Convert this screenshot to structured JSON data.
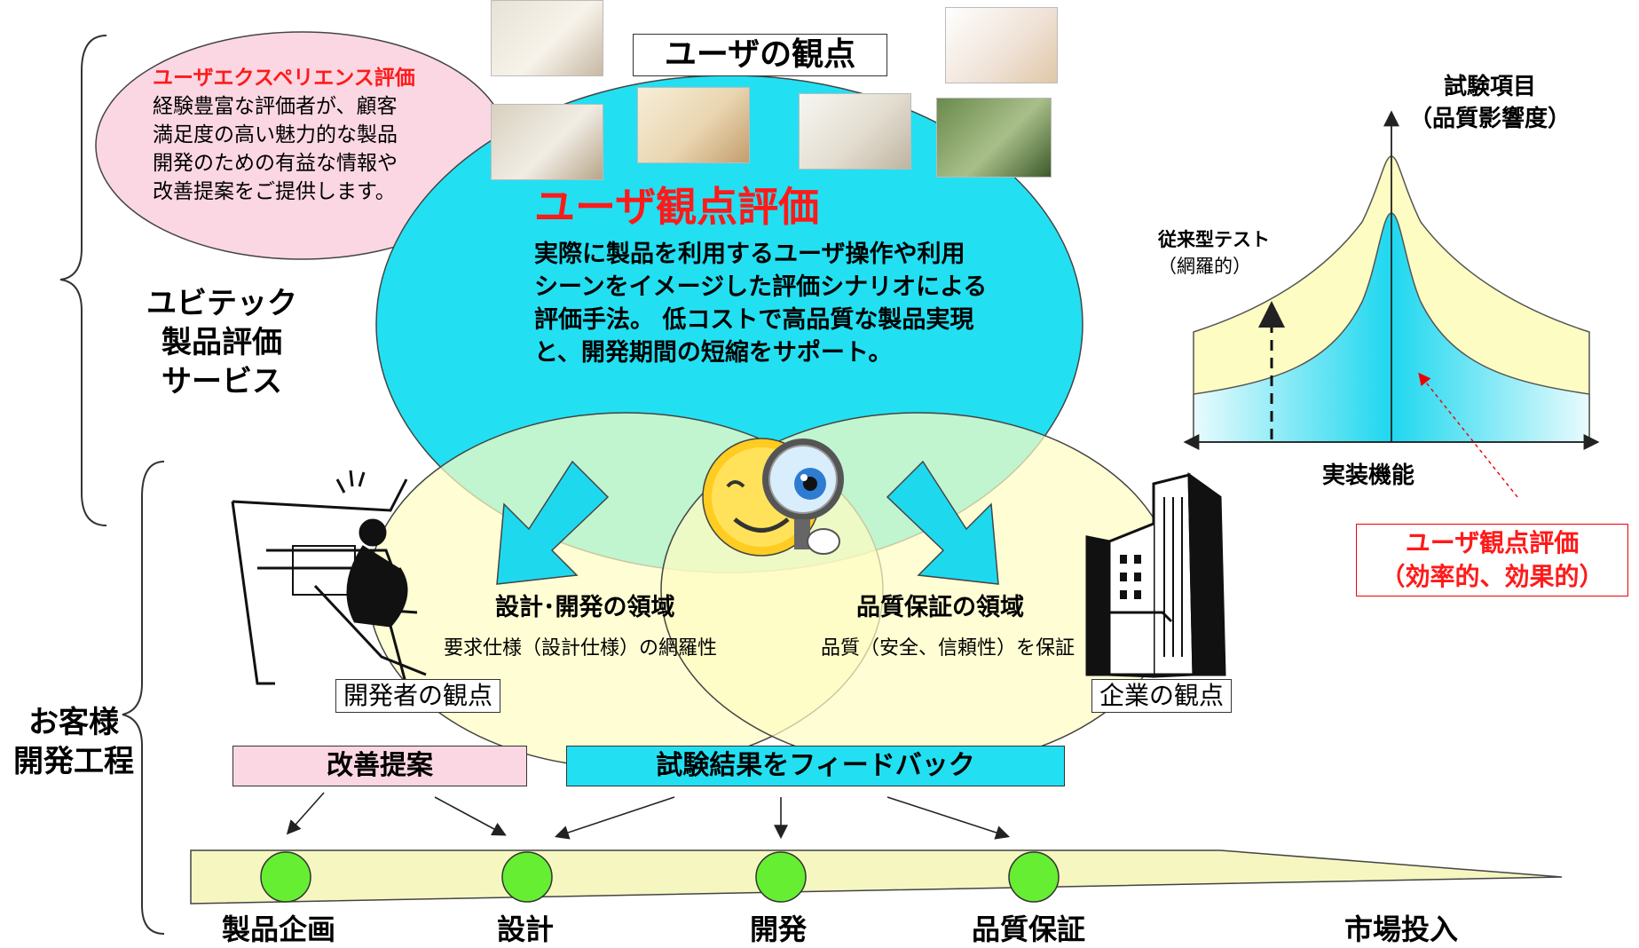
{
  "colors": {
    "cyan": "#22e0f2",
    "pale_yellow": "#fdfcc2",
    "pink": "#fbd7e3",
    "red": "#ff1a1a",
    "green_node": "#66ee33"
  },
  "left_panel": {
    "service_label": [
      "ユビテック",
      "製品評価",
      "サービス"
    ],
    "customer_label": [
      "お客様",
      "開発工程"
    ]
  },
  "ux_bubble": {
    "title": "ユーザエクスペリエンス評価",
    "body": [
      "経験豊富な評価者が、顧客",
      "満足度の高い魅力的な製品",
      "開発のための有益な情報や",
      "改善提案をご提供します。"
    ]
  },
  "user_view": {
    "header": "ユーザの観点",
    "title": "ユーザ観点評価",
    "body": [
      "実際に製品を利用するユーザ操作や利用",
      "シーンをイメージした評価シナリオによる",
      "評価手法。 低コストで高品質な製品実現",
      "と、開発期間の短縮をサポート。"
    ]
  },
  "design_area": {
    "title": "設計･開発の領域",
    "desc": "要求仕様（設計仕様）の網羅性",
    "viewpoint": "開発者の観点"
  },
  "qa_area": {
    "title": "品質保証の領域",
    "desc": "品質（安全、信頼性）を保証",
    "viewpoint": "企業の観点"
  },
  "feedback": {
    "improvement": "改善提案",
    "results": "試験結果をフィードバック"
  },
  "process": {
    "stages": [
      "製品企画",
      "設計",
      "開発",
      "品質保証",
      "市場投入"
    ]
  },
  "chart": {
    "y_label": [
      "試験項目",
      "（品質影響度）"
    ],
    "x_label": "実装機能",
    "traditional": [
      "従来型テスト",
      "（網羅的）"
    ],
    "user_eval": [
      "ユーザ観点評価",
      "（効率的、効果的）"
    ]
  }
}
